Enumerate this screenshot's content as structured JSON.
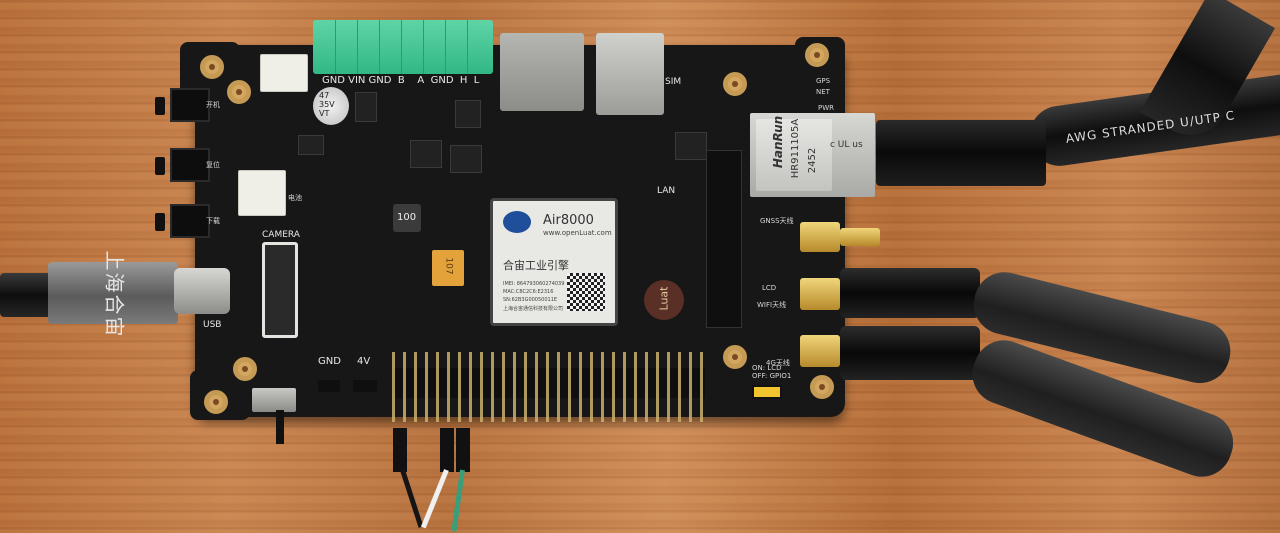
{
  "board": {
    "terminal_labels": "GND VIN GND  B    A  GND  H  L",
    "sim_label": "SIM",
    "gps_label": "GPS",
    "net_label": "NET",
    "pwr_label": "PWR",
    "lan_label": "LAN",
    "camera_label": "CAMERA",
    "usb_label": "USB",
    "gnss_label": "GNSS天线",
    "lcd_label": "LCD",
    "wifi_label": "WIFI天线",
    "ant4g_label": "4G天线",
    "gnd_header_label": "GND",
    "v4_header_label": "4V",
    "battery_label": "电池",
    "switch_label": "ON: LCD\nOFF: GPIO1",
    "cap_text": "47\n35V\nVT",
    "inductor_text": "100",
    "tant_text": "107",
    "button1_label": "开机",
    "button2_label": "复位",
    "button3_label": "下载",
    "module": {
      "name": "Air8000",
      "url": "www.openLuat.com",
      "title": "合宙工业引擎",
      "imei": "IMEI: 864793060274039",
      "mac": "MAC:C8C2C6:E2316",
      "sn": "SN:62B3G00050011E",
      "maker": "上海合宙通信科技有限公司"
    },
    "luat_logo": "Luat"
  },
  "rj45": {
    "brand": "HanRun",
    "model": "HR911105A",
    "code": "2452",
    "cert": "c UL us"
  },
  "ethernet_cable": {
    "print": "AWG STRANDED U/UTP C"
  },
  "usb_cable": {
    "print": "上海合宙"
  }
}
